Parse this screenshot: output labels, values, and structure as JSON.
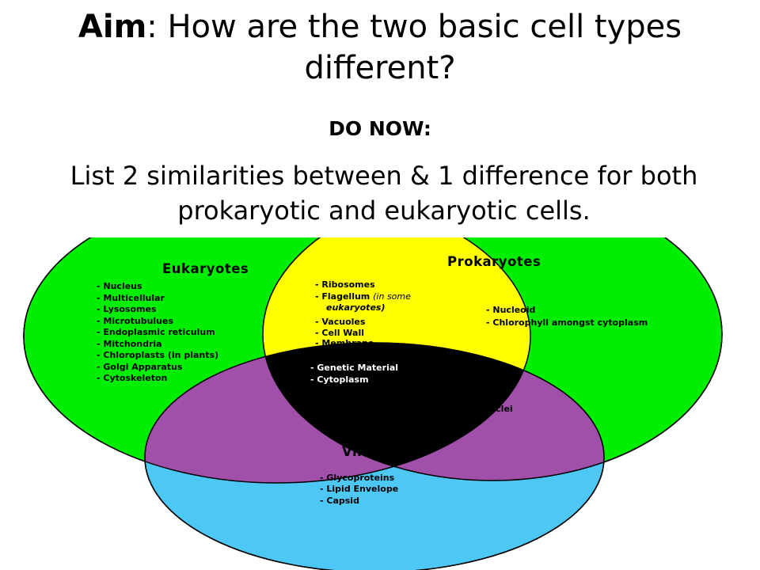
{
  "slide": {
    "title_bold": "Aim",
    "title_rest": ": How are the two basic cell types different?",
    "do_now_label": "DO NOW:",
    "prompt": "List 2 similarities between & 1 difference for both prokaryotic and eukaryotic cells."
  },
  "colors": {
    "eukaryotes": "#00ee00",
    "prokaryotes": "#00ee00",
    "shared_cells": "#ffff00",
    "virus_overlap": "#a050a8",
    "virus": "#4dc8f5",
    "all_three": "#000000"
  },
  "venn": {
    "eukaryotes": {
      "heading": "Eukaryotes",
      "items": [
        "- Nucleus",
        "- Multicellular",
        "- Lysosomes",
        "- Microtubulues",
        "- Endoplasmic reticulum",
        "- Mitchondria",
        "- Chloroplasts (in plants)",
        "- Golgi Apparatus",
        "- Cytoskeleton"
      ]
    },
    "prokaryotes": {
      "heading": "Prokaryotes",
      "items": [
        "- Nucleoid",
        "- Chlorophyll amongst cytoplasm"
      ]
    },
    "eukaryotes_prokaryotes": {
      "items": [
        "- Ribosomes",
        "- Flagellum",
        "(in some",
        "eukaryotes)",
        "- Vacuoles",
        "- Cell Wall",
        "- Membrane"
      ]
    },
    "all_three": {
      "items": [
        "- Genetic Material",
        "- Cytoplasm"
      ]
    },
    "prokaryotes_virus": {
      "items": [
        "- Lack nuclei"
      ]
    },
    "virus": {
      "heading": "Virus",
      "items": [
        "- Glycoproteins",
        "- Lipid Envelope",
        "- Capsid"
      ]
    }
  }
}
